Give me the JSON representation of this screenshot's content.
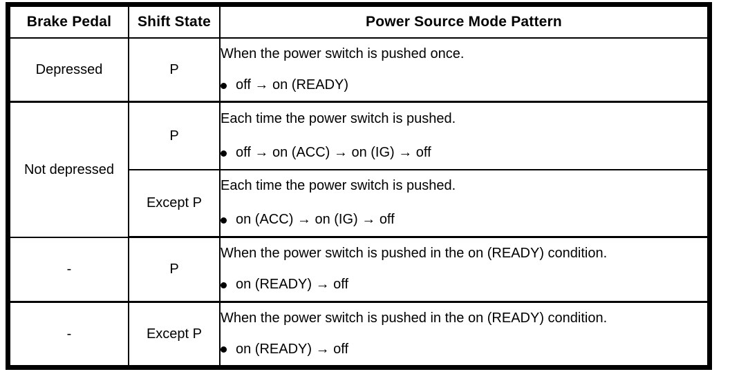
{
  "table": {
    "headers": {
      "brake_pedal": "Brake Pedal",
      "shift_state": "Shift State",
      "power_source_mode_pattern": "Power Source Mode Pattern"
    },
    "rows": [
      {
        "brake_pedal": "Depressed",
        "shift_state": "P",
        "mode_heading": "When the power switch is pushed once.",
        "mode_bullet": "off → on (READY)"
      },
      {
        "brake_pedal": "Not depressed",
        "shift_state": "P",
        "mode_heading": "Each time the power switch is pushed.",
        "mode_bullet": "off → on (ACC) → on (IG) → off"
      },
      {
        "brake_pedal": "",
        "shift_state": "Except P",
        "mode_heading": "Each time the power switch is pushed.",
        "mode_bullet": "on (ACC) → on (IG) → off"
      },
      {
        "brake_pedal": "-",
        "shift_state": "P",
        "mode_heading": "When the power switch is pushed in the on (READY) condition.",
        "mode_bullet": "on (READY) → off"
      },
      {
        "brake_pedal": "-",
        "shift_state": "Except P",
        "mode_heading": "When the power switch is pushed in the on (READY) condition.",
        "mode_bullet": "on (READY) → off"
      }
    ]
  }
}
